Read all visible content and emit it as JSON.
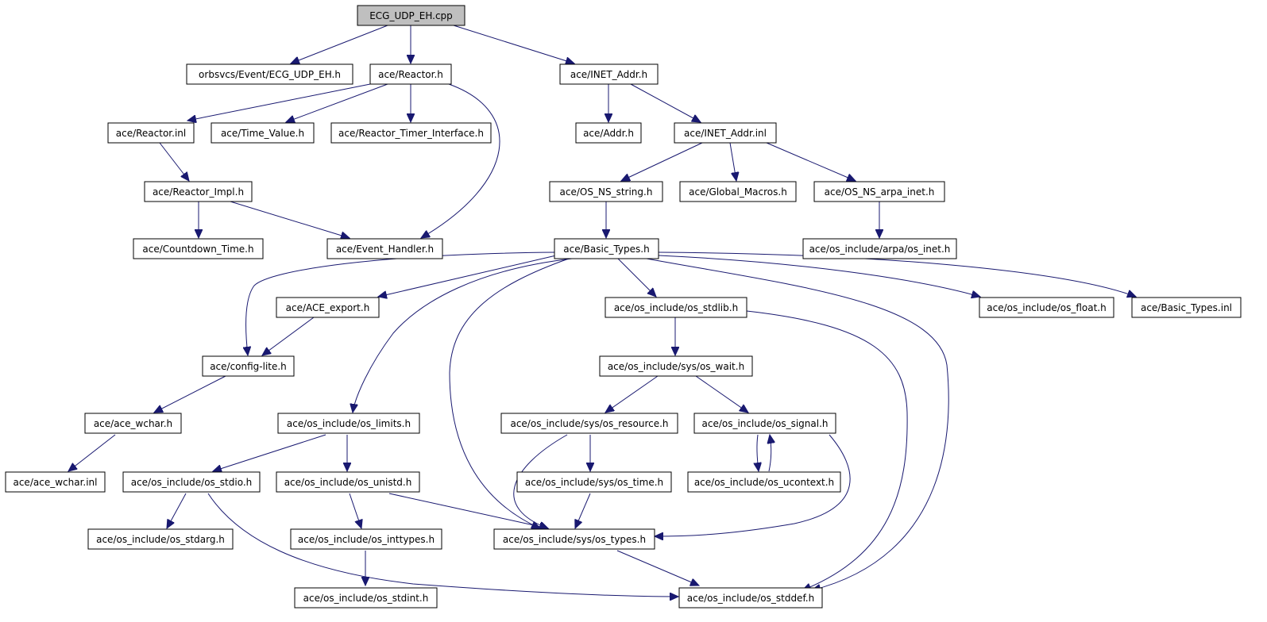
{
  "diagram": {
    "colors": {
      "edge": "#191970",
      "node_border": "#000000",
      "node_fill": "#ffffff",
      "root_fill": "#bfbfbf"
    },
    "nodes": {
      "n0": "ECG_UDP_EH.cpp",
      "n1": "orbsvcs/Event/ECG_UDP_EH.h",
      "n2": "ace/Reactor.h",
      "n3": "ace/INET_Addr.h",
      "n4": "ace/Reactor.inl",
      "n5": "ace/Time_Value.h",
      "n6": "ace/Reactor_Timer_Interface.h",
      "n7": "ace/Addr.h",
      "n8": "ace/INET_Addr.inl",
      "n9": "ace/Reactor_Impl.h",
      "n10": "ace/OS_NS_string.h",
      "n11": "ace/Global_Macros.h",
      "n12": "ace/OS_NS_arpa_inet.h",
      "n13": "ace/Countdown_Time.h",
      "n14": "ace/Event_Handler.h",
      "n15": "ace/Basic_Types.h",
      "n16": "ace/os_include/arpa/os_inet.h",
      "n17": "ace/ACE_export.h",
      "n18": "ace/os_include/os_stdlib.h",
      "n19": "ace/os_include/os_float.h",
      "n20": "ace/Basic_Types.inl",
      "n21": "ace/config-lite.h",
      "n22": "ace/os_include/sys/os_wait.h",
      "n23": "ace/ace_wchar.h",
      "n24": "ace/os_include/os_limits.h",
      "n25": "ace/os_include/sys/os_resource.h",
      "n26": "ace/os_include/os_signal.h",
      "n27": "ace/ace_wchar.inl",
      "n28": "ace/os_include/os_stdio.h",
      "n29": "ace/os_include/os_unistd.h",
      "n30": "ace/os_include/sys/os_time.h",
      "n31": "ace/os_include/os_ucontext.h",
      "n32": "ace/os_include/os_stdarg.h",
      "n33": "ace/os_include/os_inttypes.h",
      "n34": "ace/os_include/sys/os_types.h",
      "n35": "ace/os_include/os_stdint.h",
      "n36": "ace/os_include/os_stddef.h"
    },
    "edges": [
      [
        "n0",
        "n1"
      ],
      [
        "n0",
        "n2"
      ],
      [
        "n0",
        "n3"
      ],
      [
        "n2",
        "n4"
      ],
      [
        "n2",
        "n5"
      ],
      [
        "n2",
        "n6"
      ],
      [
        "n2",
        "n14"
      ],
      [
        "n3",
        "n7"
      ],
      [
        "n3",
        "n8"
      ],
      [
        "n4",
        "n9"
      ],
      [
        "n9",
        "n13"
      ],
      [
        "n9",
        "n14"
      ],
      [
        "n8",
        "n10"
      ],
      [
        "n8",
        "n11"
      ],
      [
        "n8",
        "n12"
      ],
      [
        "n10",
        "n15"
      ],
      [
        "n12",
        "n16"
      ],
      [
        "n15",
        "n21"
      ],
      [
        "n15",
        "n17"
      ],
      [
        "n15",
        "n24"
      ],
      [
        "n15",
        "n34"
      ],
      [
        "n15",
        "n18"
      ],
      [
        "n15",
        "n36"
      ],
      [
        "n15",
        "n19"
      ],
      [
        "n15",
        "n20"
      ],
      [
        "n17",
        "n21"
      ],
      [
        "n21",
        "n23"
      ],
      [
        "n23",
        "n27"
      ],
      [
        "n18",
        "n22"
      ],
      [
        "n18",
        "n36"
      ],
      [
        "n22",
        "n25"
      ],
      [
        "n22",
        "n26"
      ],
      [
        "n24",
        "n28"
      ],
      [
        "n24",
        "n29"
      ],
      [
        "n25",
        "n34"
      ],
      [
        "n25",
        "n30"
      ],
      [
        "n26",
        "n31"
      ],
      [
        "n26",
        "n34"
      ],
      [
        "n31",
        "n26"
      ],
      [
        "n28",
        "n32"
      ],
      [
        "n28",
        "n36"
      ],
      [
        "n29",
        "n33"
      ],
      [
        "n29",
        "n34"
      ],
      [
        "n30",
        "n34"
      ],
      [
        "n33",
        "n35"
      ],
      [
        "n34",
        "n36"
      ]
    ]
  }
}
